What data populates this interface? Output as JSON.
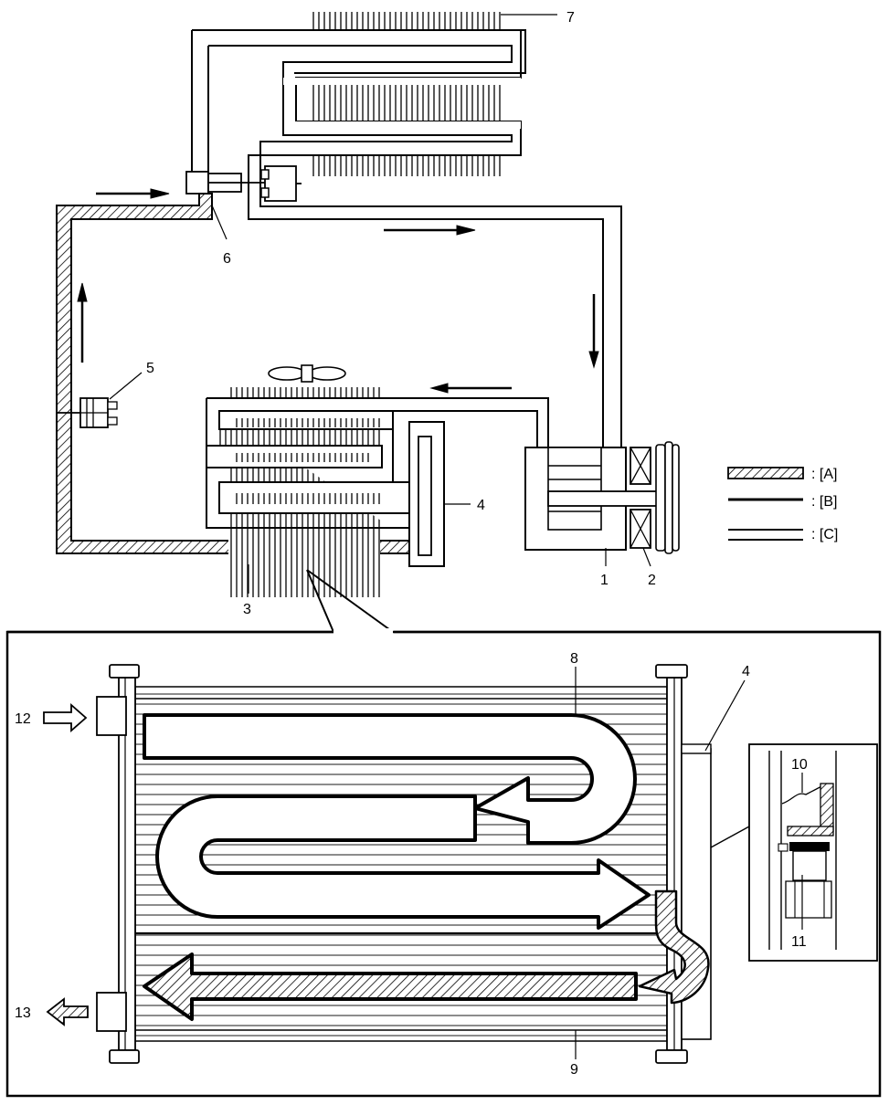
{
  "callouts": {
    "c1": "1",
    "c2": "2",
    "c3": "3",
    "c4_top": "4",
    "c5": "5",
    "c6": "6",
    "c7": "7",
    "c8": "8",
    "c9": "9",
    "c10": "10",
    "c11": "11",
    "c12": "12",
    "c13": "13",
    "c4_detail": "4"
  },
  "legend": {
    "items": [
      {
        "pattern": "hatched",
        "label": ": [A]"
      },
      {
        "pattern": "thick-line",
        "label": ": [B]"
      },
      {
        "pattern": "double-line",
        "label": ": [C]"
      }
    ]
  },
  "colors": {
    "line": "#000000",
    "background": "#ffffff"
  }
}
